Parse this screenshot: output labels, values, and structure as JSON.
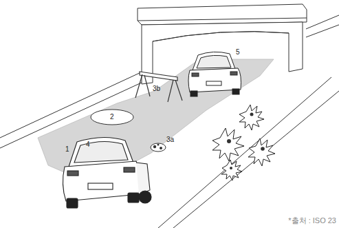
{
  "diagram": {
    "labels": [
      "1",
      "2",
      "3a",
      "3b",
      "4",
      "5",
      "*출처 : ISO 23"
    ]
  }
}
